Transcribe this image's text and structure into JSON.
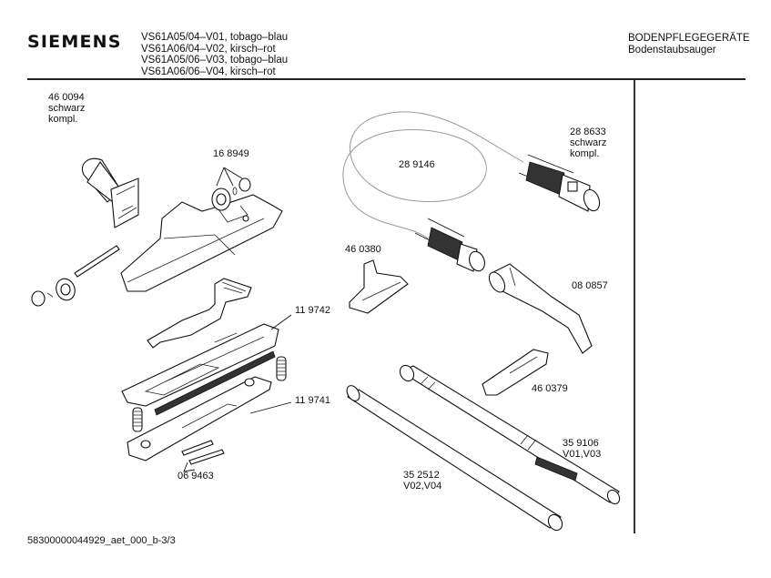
{
  "header": {
    "brand": "SIEMENS",
    "models": [
      "VS61A05/04–V01, tobago–blau",
      "VS61A06/04–V02, kirsch–rot",
      "VS61A05/06–V03, tobago–blau",
      "VS61A06/06–V04, kirsch–rot"
    ],
    "category": "BODENPFLEGEGERÄTE",
    "subcategory": "Bodenstaubsauger"
  },
  "parts": {
    "p460094": {
      "number": "46 0094",
      "line2": "schwarz",
      "line3": "kompl."
    },
    "p168949": {
      "number": "16 8949"
    },
    "p119742": {
      "number": "11 9742"
    },
    "p119741": {
      "number": "11 9741"
    },
    "p069463": {
      "number": "06 9463"
    },
    "p289146": {
      "number": "28 9146"
    },
    "p288633": {
      "number": "28 8633",
      "line2": "schwarz",
      "line3": "kompl."
    },
    "p460380": {
      "number": "46 0380"
    },
    "p080857": {
      "number": "08 0857"
    },
    "p460379": {
      "number": "46 0379"
    },
    "p359106": {
      "number": "35 9106",
      "line2": "V01,V03"
    },
    "p352512": {
      "number": "35 2512",
      "line2": "V02,V04"
    }
  },
  "footer": {
    "doc_id": "58300000044929_aet_000_b-3/3"
  }
}
